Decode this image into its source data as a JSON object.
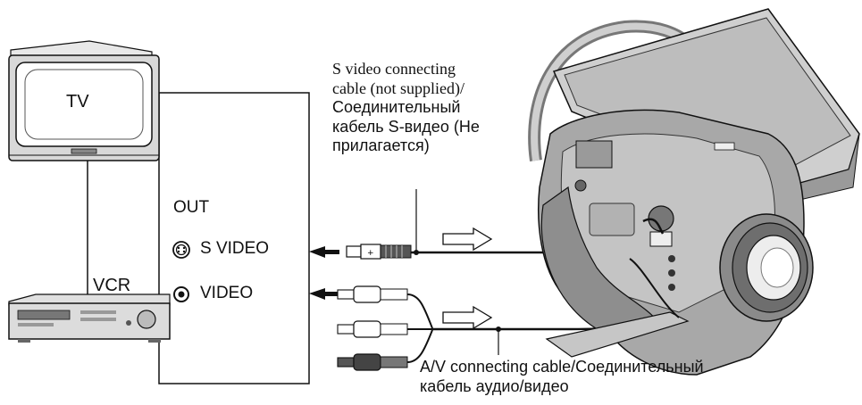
{
  "devices": {
    "tv_label": "TV",
    "vcr_label": "VCR"
  },
  "vcr_panel": {
    "out_label": "OUT",
    "svideo_jack_label": "S VIDEO",
    "video_jack_label": "VIDEO"
  },
  "cables": {
    "svideo_caption": {
      "line1": "S video connecting",
      "line2": "cable (not supplied)/",
      "line3": "Соединительный",
      "line4": "кабель S-видео (Не",
      "line5": "прилагается)"
    },
    "av_caption": {
      "line1": "A/V connecting cable/Соединительный",
      "line2": "кабель аудио/видео"
    }
  }
}
